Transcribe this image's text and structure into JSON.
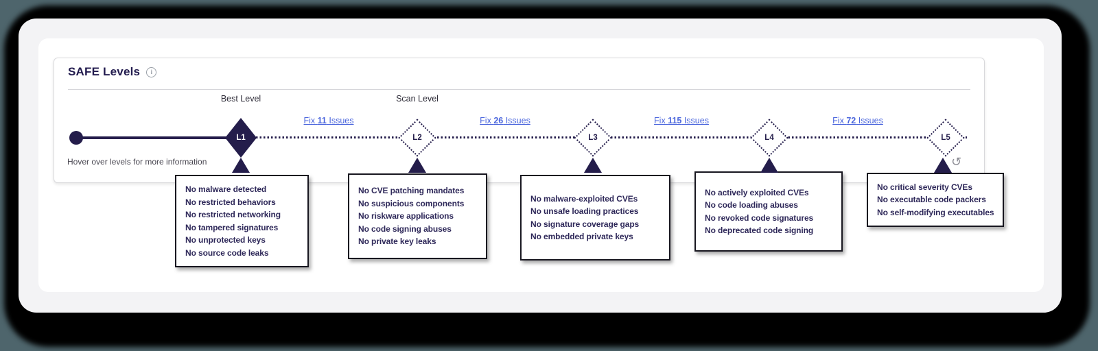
{
  "colors": {
    "navy": "#241d4b",
    "link": "#4b66dd",
    "tip-text": "#2e2859",
    "backdrop": "#4e656c"
  },
  "icons": {
    "info": "i",
    "reset": "↺"
  },
  "panel": {
    "title": "SAFE Levels",
    "hint": "Hover over levels for more information"
  },
  "timeline": {
    "annotations": {
      "best_level": "Best Level",
      "scan_level": "Scan Level"
    },
    "levels": [
      {
        "id": "L1",
        "state": "best",
        "tooltip": [
          "No malware detected",
          "No restricted behaviors",
          "No restricted networking",
          "No tampered signatures",
          "No unprotected keys",
          "No source code leaks"
        ]
      },
      {
        "id": "L2",
        "state": "scan",
        "tooltip": [
          "No CVE patching mandates",
          "No suspicious components",
          "No riskware applications",
          "No code signing abuses",
          "No private key leaks"
        ]
      },
      {
        "id": "L3",
        "state": "upcoming",
        "tooltip": [
          "No malware-exploited CVEs",
          "No unsafe loading practices",
          "No signature coverage gaps",
          "No embedded private keys"
        ]
      },
      {
        "id": "L4",
        "state": "upcoming",
        "tooltip": [
          "No actively exploited CVEs",
          "No code loading abuses",
          "No revoked code signatures",
          "No deprecated code signing"
        ]
      },
      {
        "id": "L5",
        "state": "upcoming",
        "tooltip": [
          "No critical severity CVEs",
          "No executable code packers",
          "No self-modifying executables"
        ]
      }
    ],
    "fix_links": [
      {
        "prefix": "Fix ",
        "count": "11",
        "suffix": " Issues"
      },
      {
        "prefix": "Fix ",
        "count": "26",
        "suffix": " Issues"
      },
      {
        "prefix": "Fix ",
        "count": "115",
        "suffix": " Issues"
      },
      {
        "prefix": "Fix ",
        "count": "72",
        "suffix": " Issues"
      }
    ]
  }
}
